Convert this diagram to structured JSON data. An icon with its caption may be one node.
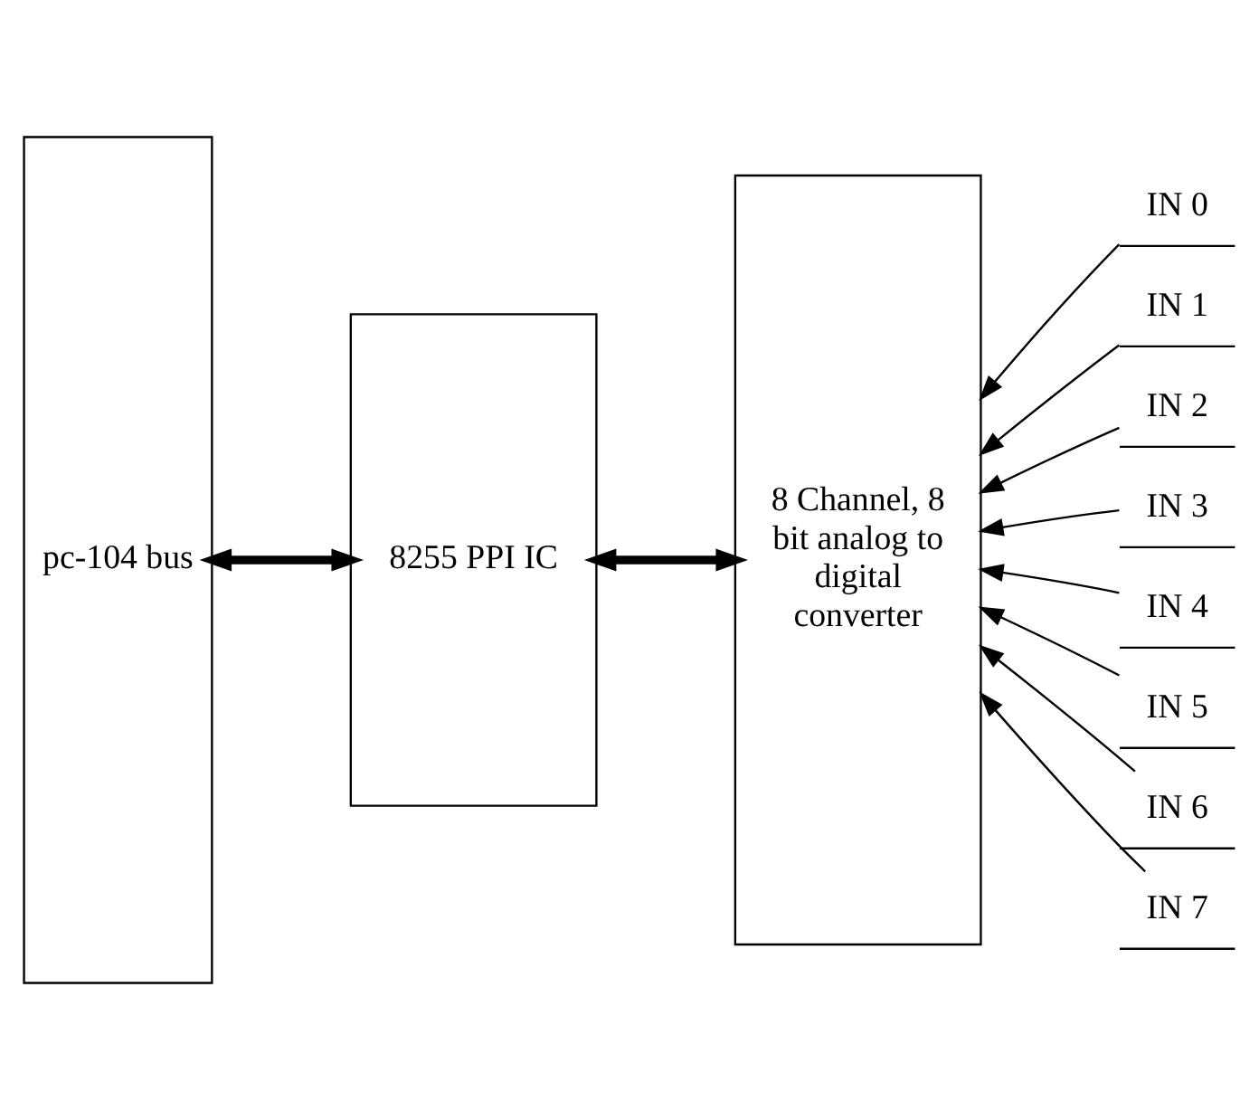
{
  "diagram": {
    "nodes": [
      {
        "text": [
          "pc-104 bus"
        ]
      },
      {
        "text": [
          "8255 PPI IC"
        ]
      },
      {
        "text": [
          "8 Channel, 8 bit analog to digital converter"
        ]
      },
      {
        "text": [
          "IN 0"
        ]
      },
      {
        "text": [
          "IN 1"
        ]
      },
      {
        "text": [
          "IN 2"
        ]
      },
      {
        "text": [
          "IN 3"
        ]
      },
      {
        "text": [
          "IN 4"
        ]
      },
      {
        "text": [
          "IN 5"
        ]
      },
      {
        "text": [
          "IN 6"
        ]
      },
      {
        "text": [
          "IN 7"
        ]
      }
    ],
    "edges": [
      {
        "from": 0,
        "to": 1,
        "arrow": "both",
        "style": "thick"
      },
      {
        "from": 1,
        "to": 2,
        "arrow": "both",
        "style": "thick"
      },
      {
        "from": 3,
        "to": 2,
        "arrow": "to"
      },
      {
        "from": 4,
        "to": 2,
        "arrow": "to"
      },
      {
        "from": 5,
        "to": 2,
        "arrow": "to"
      },
      {
        "from": 6,
        "to": 2,
        "arrow": "to"
      },
      {
        "from": 7,
        "to": 2,
        "arrow": "to"
      },
      {
        "from": 8,
        "to": 2,
        "arrow": "to"
      },
      {
        "from": 9,
        "to": 2,
        "arrow": "to"
      },
      {
        "from": 10,
        "to": 2,
        "arrow": "to"
      }
    ]
  }
}
